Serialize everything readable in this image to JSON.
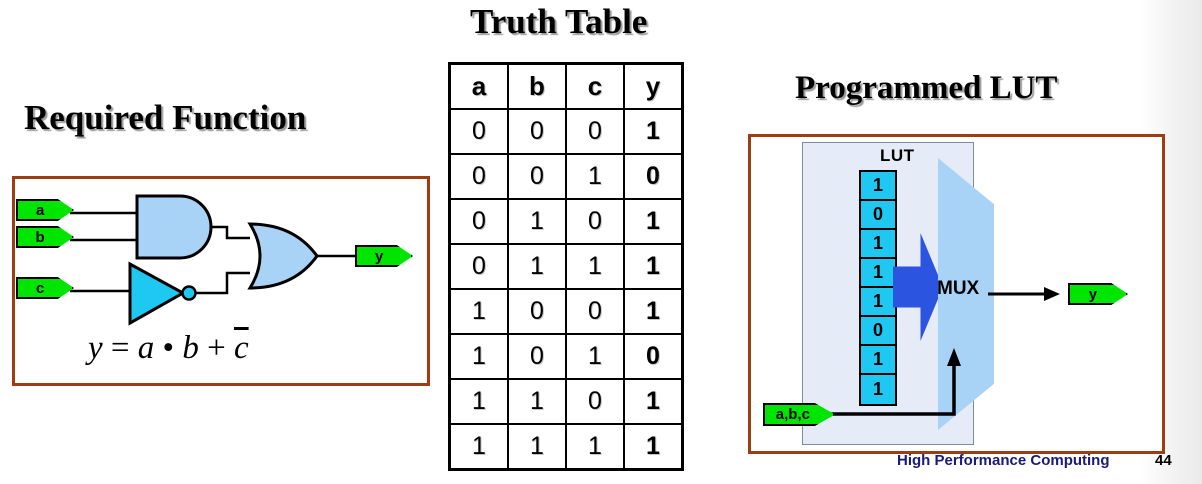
{
  "slide": {
    "footer_label": "High Performance Computing",
    "slide_number": "44",
    "accent_border_color": "#9c3d12",
    "footer_color": "#1a1a78"
  },
  "required_function": {
    "title": "Required Function",
    "inputs": [
      {
        "label": "a"
      },
      {
        "label": "b"
      },
      {
        "label": "c"
      }
    ],
    "output": {
      "label": "y"
    },
    "gates": [
      {
        "type": "and-gate",
        "inputs": [
          "a",
          "b"
        ],
        "fill": "#a9d2f7"
      },
      {
        "type": "not-gate",
        "inputs": [
          "c"
        ],
        "fill": "#1ec8f0"
      },
      {
        "type": "or-gate",
        "inputs": [
          "and-gate",
          "not-gate"
        ],
        "fill": "#a9d2f7"
      }
    ],
    "equation": {
      "lhs": "y",
      "eq": "=",
      "term1": "a",
      "and_op": "•",
      "term2": "b",
      "plus": "+",
      "term3_bar": "c",
      "plain_text": "y = a • b + c̄"
    }
  },
  "truth_table": {
    "title": "Truth Table",
    "headers": [
      "a",
      "b",
      "c",
      "y"
    ],
    "rows": [
      [
        "0",
        "0",
        "0",
        "1"
      ],
      [
        "0",
        "0",
        "1",
        "0"
      ],
      [
        "0",
        "1",
        "0",
        "1"
      ],
      [
        "0",
        "1",
        "1",
        "1"
      ],
      [
        "1",
        "0",
        "0",
        "1"
      ],
      [
        "1",
        "0",
        "1",
        "0"
      ],
      [
        "1",
        "1",
        "0",
        "1"
      ],
      [
        "1",
        "1",
        "1",
        "1"
      ]
    ]
  },
  "programmed_lut": {
    "title": "Programmed LUT",
    "lut_label": "LUT",
    "mux_label": "MUX",
    "cells": [
      "1",
      "0",
      "1",
      "1",
      "1",
      "0",
      "1",
      "1"
    ],
    "select_input": {
      "label": "a,b,c"
    },
    "output": {
      "label": "y"
    },
    "cell_color": "#1ec8f0",
    "mux_color": "#a9d2f7",
    "arrow_color": "#2b55e0",
    "panel_color": "#e6ecf7"
  }
}
